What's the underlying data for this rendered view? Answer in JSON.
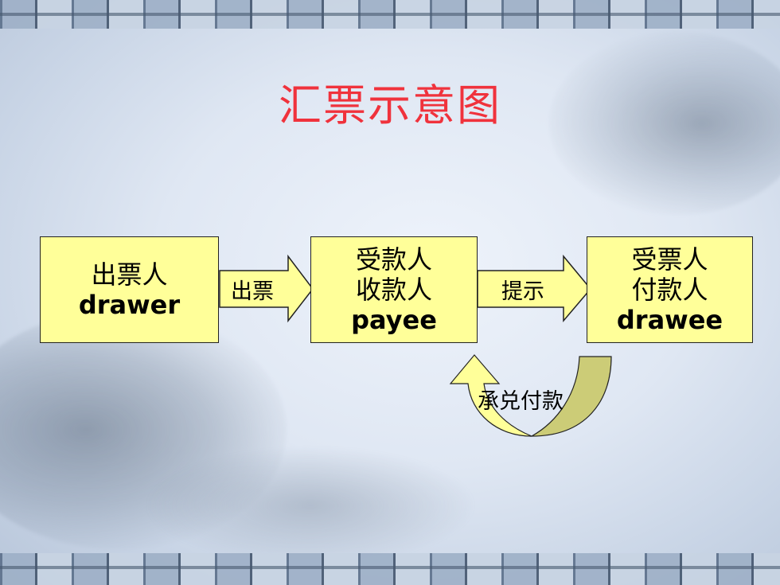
{
  "title": "汇票示意图",
  "nodes": {
    "drawer": {
      "line1": "出票人",
      "line2": "drawer"
    },
    "payee": {
      "line1": "受款人",
      "line2": "收款人",
      "line3": "payee"
    },
    "drawee": {
      "line1": "受票人",
      "line2": "付款人",
      "line3": "drawee"
    }
  },
  "edges": {
    "issue": "出票",
    "present": "提示",
    "accept_pay": "承兑付款"
  },
  "colors": {
    "title": "#f0323c",
    "box_fill": "#ffff99",
    "arrow_fill": "#ffff99",
    "curved_arrow_dark": "#cccc77"
  }
}
